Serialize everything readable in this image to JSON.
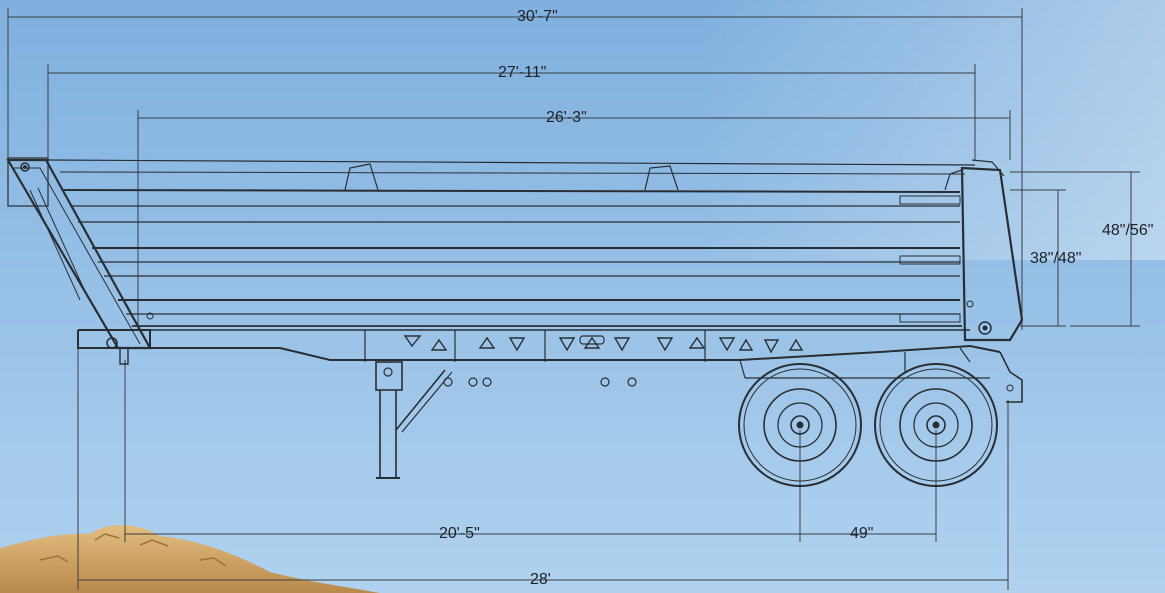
{
  "diagram": {
    "subject": "end-dump-trailer-side-elevation",
    "colors": {
      "sky_top": "#86b4df",
      "sky_bottom": "#a9cdee",
      "line": "#2a2e33",
      "sand": "#d3a766"
    },
    "dimensions": {
      "overall_length": "30'-7\"",
      "body_length": "27'-11\"",
      "inner_body_length": "26'-3\"",
      "kingpin_to_axle": "20'-5\"",
      "axle_spread": "49\"",
      "frame_length": "28'",
      "side_height": "38\"/48\"",
      "overall_height": "48\"/56\""
    }
  }
}
